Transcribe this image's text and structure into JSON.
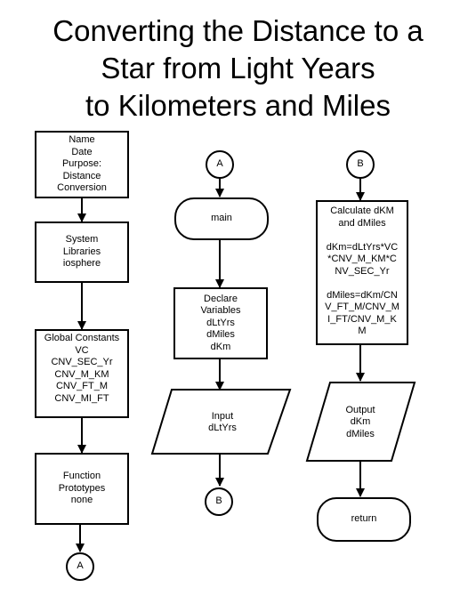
{
  "title": "Converting the Distance to a\nStar from Light Years\nto Kilometers and Miles",
  "nodes": {
    "name_block": "Name\nDate\nPurpose:\nDistance\nConversion",
    "system_libraries": "System\nLibraries\niosphere",
    "global_constants": "Global Constants\nVC\nCNV_SEC_Yr\nCNV_M_KM\nCNV_FT_M\nCNV_MI_FT",
    "function_prototypes": "Function\nPrototypes\nnone",
    "connector_a_end": "A",
    "connector_a_start": "A",
    "main": "main",
    "declare_variables": "Declare\nVariables\ndLtYrs\ndMiles\ndKm",
    "input": "Input\ndLtYrs",
    "connector_b_end": "B",
    "connector_b_start": "B",
    "calculate": "Calculate dKM\nand dMiles\n\ndKm=dLtYrs*VC\n*CNV_M_KM*C\nNV_SEC_Yr\n\ndMiles=dKm/CN\nV_FT_M/CNV_M\nI_FT/CNV_M_K\nM",
    "output": "Output\ndKm\ndMiles",
    "return": "return"
  }
}
